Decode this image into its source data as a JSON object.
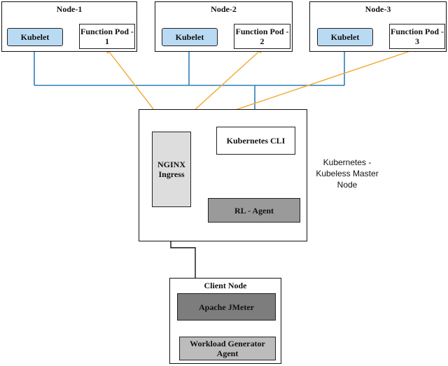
{
  "nodes": [
    {
      "title": "Node-1",
      "kubelet": "Kubelet",
      "pod": "Function Pod - 1"
    },
    {
      "title": "Node-2",
      "kubelet": "Kubelet",
      "pod": "Function Pod - 2"
    },
    {
      "title": "Node-3",
      "kubelet": "Kubelet",
      "pod": "Function Pod - 3"
    }
  ],
  "master": {
    "nginx": "NGINX Ingress",
    "cli": "Kubernetes CLI",
    "agent": "RL - Agent",
    "label": "Kubernetes - Kubeless Master Node"
  },
  "client": {
    "title": "Client Node",
    "jmeter": "Apache JMeter",
    "workload": "Workload Generator Agent"
  },
  "colors": {
    "kubelet_fill": "#b9daf3",
    "blue_line": "#2f7fb7",
    "orange_line": "#f0a830",
    "nginx_fill": "#dddddd",
    "agent_fill": "#9a9a9a",
    "jmeter_fill": "#7d7d7d",
    "workload_fill": "#bcbcbc"
  }
}
